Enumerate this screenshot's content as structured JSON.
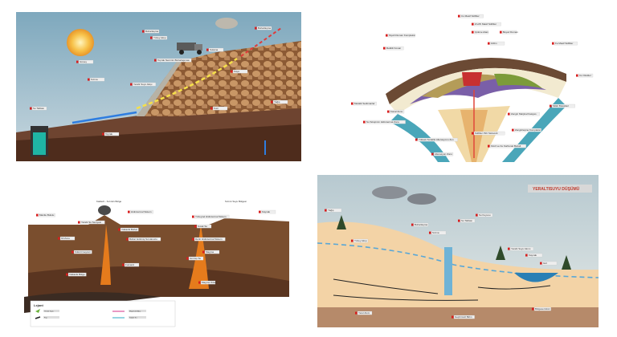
{
  "panel1": {
    "labels": [
      "Güneş",
      "Buharlaşma",
      "Yüzey Akışı",
      "Sızma",
      "Yeraltı Suyu Akışı",
      "Kaya",
      "Kum",
      "Toprak",
      "Buharlaşma",
      "Su Tablası",
      "Toprak Neminin Buharlaşması",
      "Sulama",
      "Yağış"
    ]
  },
  "panel2": {
    "labels": [
      "Cu Masif Sülfitler",
      "Siyah Duman Kompleksi",
      "Zn-Pb Masif Sülfitler",
      "Çökme Alanı",
      "Beyaz Duman",
      "Reliktli Kovan",
      "100m",
      "Fe Masif Sülfitler",
      "Cu Oksitler",
      "Metalik Sedimanlar",
      "Silikit Boksitleri",
      "Kanal Zonu",
      "Zengin Marjinal Fasiyes",
      "Su Sıkıştırıcı Hidrotermal Zonu",
      "Zenginleşme Kompleksi",
      "Sülfitler Pirit Stokverk",
      "Yüksek Sıcaklık Alterasyonu Zon",
      "Klorit ve Fe Karbonat Bazalt",
      "Alterasyon Zonu"
    ]
  },
  "panel3": {
    "titles": [
      "Kalderli - Sızıntılı Bölge",
      "Sızıntı Suyu Bölgesi"
    ],
    "labels": [
      "Mantle Bulutu",
      "Yeraltı Su Seviyesi",
      "Hidrotermal Sistem",
      "Volkanik Buhar",
      "Kil Zonu",
      "Buhar Isıtılmış Su Havuzu",
      "Kükürt Geyzeri",
      "Fumarol",
      "Yüzeysel Hidrotermal Sistem",
      "Sıcak Su",
      "Derin Hidrotermal Sistem",
      "Magma",
      "Isınmış Su",
      "Kaynak",
      "Volkanik Bölge",
      "Magma Odası"
    ],
    "legend": {
      "title": "Lejant",
      "items": [
        "Yeraltı Suyu",
        "Fay",
        "Magmatik Akış",
        "Soğuk Su"
      ]
    }
  },
  "panel4": {
    "title": "YERALTISUYU DÜŞÜMÜ",
    "labels": [
      "Yağış",
      "Yüzey Akışı",
      "Buharlaşma",
      "Sızma",
      "Su Tablası",
      "Su Kuyusu",
      "Yeraltı Suyu Akımı",
      "Kaynak",
      "Göl",
      "Yerel Akım",
      "Bölgesel Akım",
      "Geçirimsiz Birim"
    ]
  },
  "colors": {
    "sky": "#c8dde6",
    "sand": "#f3d3a6",
    "soil": "#8a5a3a",
    "water": "#2a8fc4",
    "magma": "#e85a1c",
    "label_bg": "#eeeeee",
    "marker": "#d81e1e"
  }
}
